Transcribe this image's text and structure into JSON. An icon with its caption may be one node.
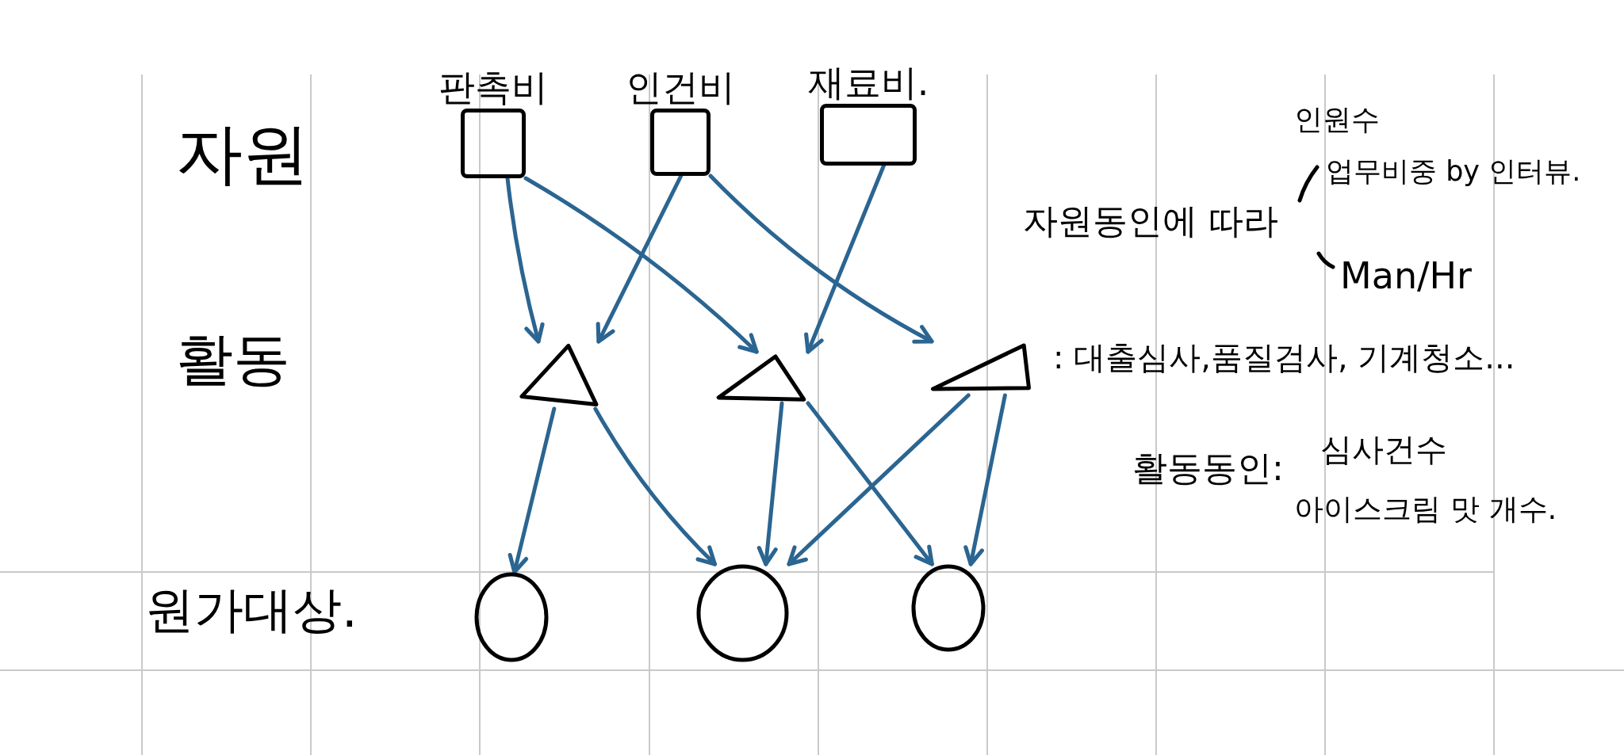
{
  "diagram": {
    "nodes": [
      {
        "text": [
          "판촉비"
        ]
      },
      {
        "text": [
          "인건비"
        ]
      },
      {
        "text": [
          "재료비."
        ]
      },
      {
        "text": [],
        "shape": "triangle"
      },
      {
        "text": [],
        "shape": "triangle"
      },
      {
        "text": [],
        "shape": "triangle"
      },
      {
        "text": [],
        "shape": "circle"
      },
      {
        "text": [],
        "shape": "circle"
      },
      {
        "text": [],
        "shape": "circle"
      }
    ],
    "edges": [
      {
        "from": 0,
        "to": 3,
        "arrow": "to"
      },
      {
        "from": 0,
        "to": 4,
        "arrow": "to"
      },
      {
        "from": 1,
        "to": 3,
        "arrow": "to"
      },
      {
        "from": 1,
        "to": 5,
        "arrow": "to"
      },
      {
        "from": 2,
        "to": 4,
        "arrow": "to"
      },
      {
        "from": 3,
        "to": 6,
        "arrow": "to"
      },
      {
        "from": 3,
        "to": 7,
        "arrow": "to"
      },
      {
        "from": 4,
        "to": 7,
        "arrow": "to"
      },
      {
        "from": 4,
        "to": 8,
        "arrow": "to"
      },
      {
        "from": 5,
        "to": 7,
        "arrow": "to"
      },
      {
        "from": 5,
        "to": 8,
        "arrow": "to"
      }
    ],
    "labels": [
      "자원",
      "인원수",
      "업무비중 by 인터뷰.",
      "자원동인에 따라",
      "Man/Hr",
      "활동",
      ": 대출심사,품질검사, 기계청소...",
      "활동동인:",
      "심사건수",
      "아이스크림 맛 개수.",
      "원가대상."
    ]
  }
}
